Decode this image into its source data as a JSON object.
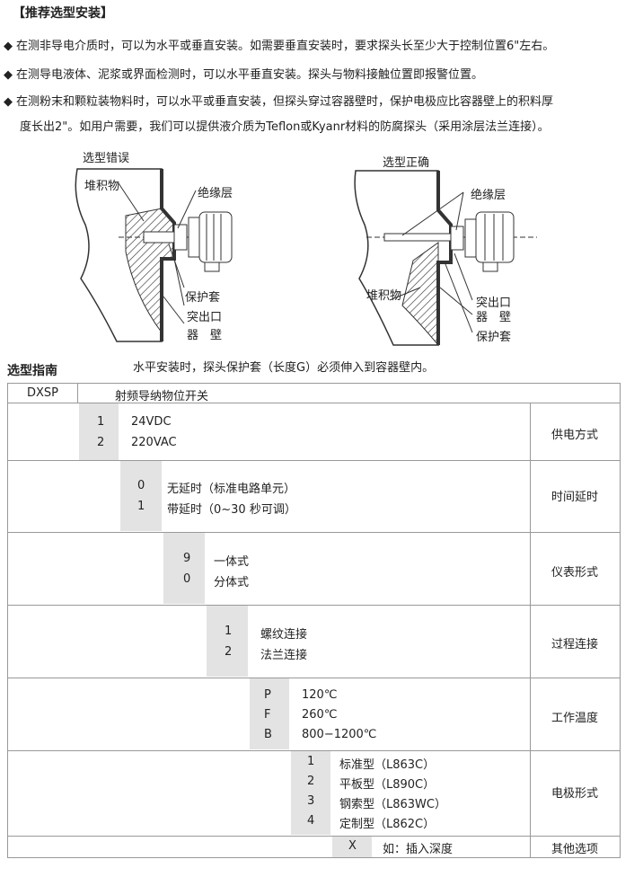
{
  "section_title": "【推荐选型安装】",
  "bullets": [
    "在测非导电介质时，可以为水平或垂直安装。如需要垂直安装时，要求探头长至少大于控制位置6\"左右。",
    "在测导电液体、泥浆或界面检测时，可以水平垂直安装。探头与物料接触位置即报警位置。",
    "在测粉末和颗粒装物料时，可以水平或垂直安装，但探头穿过容器壁时，保护电极应比容器壁上的积料厚"
  ],
  "bullet3_cont": "度长出2\"。如用户需要，我们可以提供液介质为Teflon或Kyanr材料的防腐探头（采用涂层法兰连接）。",
  "diagram_left": {
    "caption": "选型错误",
    "labels": [
      "堆积物",
      "绝缘层",
      "保护套",
      "突出口",
      "器　壁"
    ]
  },
  "diagram_right": {
    "caption": "选型正确",
    "labels": [
      "绝缘层",
      "堆积物",
      "突出口",
      "器　壁",
      "保护套"
    ]
  },
  "guide": {
    "title": "选型指南",
    "note": "水平安装时，探头保护套（长度G）必须伸入到容器壁内。",
    "model": "DXSP",
    "model_desc": "射频导纳物位开关",
    "groups": [
      {
        "label": "供电方式",
        "codes": [
          "1",
          "2"
        ],
        "texts": [
          "24VDC",
          "220VAC"
        ]
      },
      {
        "label": "时间延时",
        "codes": [
          "0",
          "1"
        ],
        "texts": [
          "无延时（标准电路单元）",
          "带延时（0~30 秒可调）"
        ]
      },
      {
        "label": "仪表形式",
        "codes": [
          "9",
          "0"
        ],
        "texts": [
          "一体式",
          "分体式"
        ]
      },
      {
        "label": "过程连接",
        "codes": [
          "1",
          "2"
        ],
        "texts": [
          "螺纹连接",
          "法兰连接"
        ]
      },
      {
        "label": "工作温度",
        "codes": [
          "P",
          "F",
          "B"
        ],
        "texts": [
          "120℃",
          "260℃",
          "800−1200℃"
        ]
      },
      {
        "label": "电极形式",
        "codes": [
          "1",
          "2",
          "3",
          "4"
        ],
        "texts": [
          "标准型（L863C）",
          "平板型（L890C）",
          "钢索型（L863WC）",
          "定制型（L862C）"
        ]
      },
      {
        "label": "其他选项",
        "codes": [
          "X"
        ],
        "texts": [
          "如：插入深度"
        ]
      }
    ]
  }
}
